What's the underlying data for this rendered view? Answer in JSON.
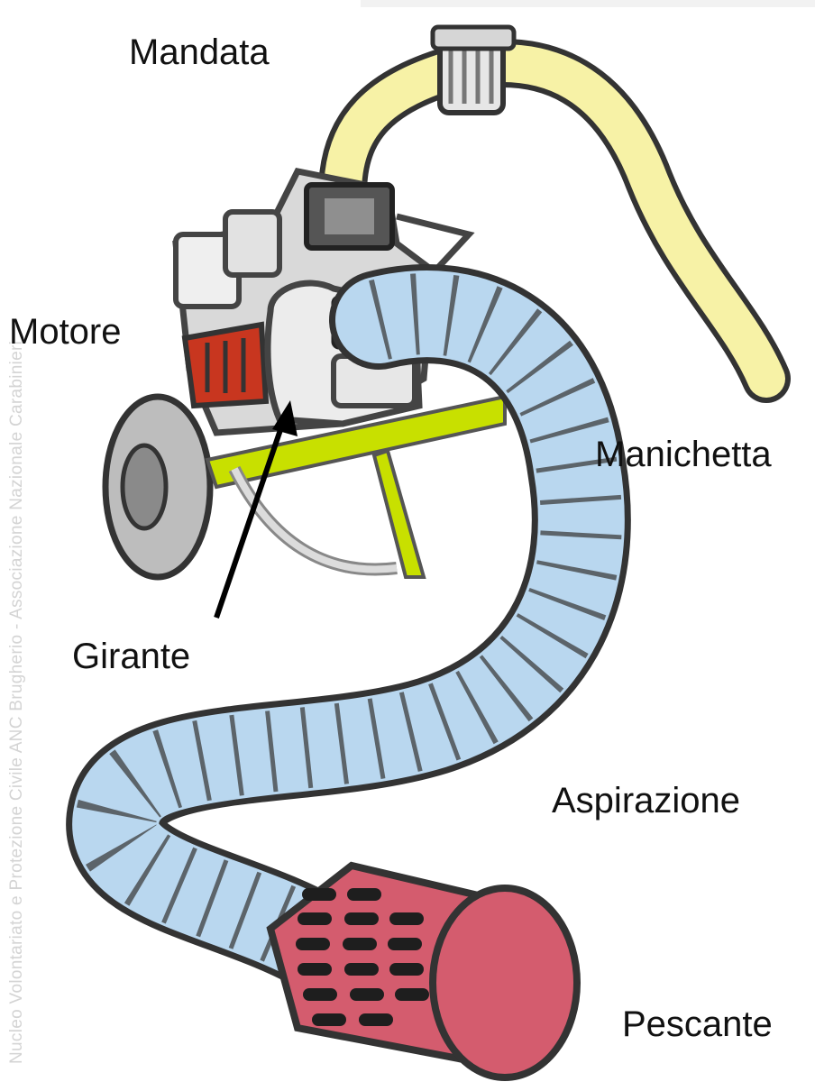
{
  "labels": {
    "mandata": "Mandata",
    "motore": "Motore",
    "manichetta": "Manichetta",
    "girante": "Girante",
    "aspirazione": "Aspirazione",
    "pescante": "Pescante"
  },
  "watermark": "Nucleo Volontariato e Protezione Civile ANC Brugherio - Associazione Nazionale Carabinieri",
  "colors": {
    "delivery_hose": "#f7f2a6",
    "suction_hose": "#b9d7ef",
    "strainer": "#d45c6e",
    "frame": "#c8e000",
    "motor_block": "#c8361f",
    "body_grey": "#bfbfbf",
    "outline": "#333333"
  },
  "icons": [
    "arrow-icon"
  ]
}
